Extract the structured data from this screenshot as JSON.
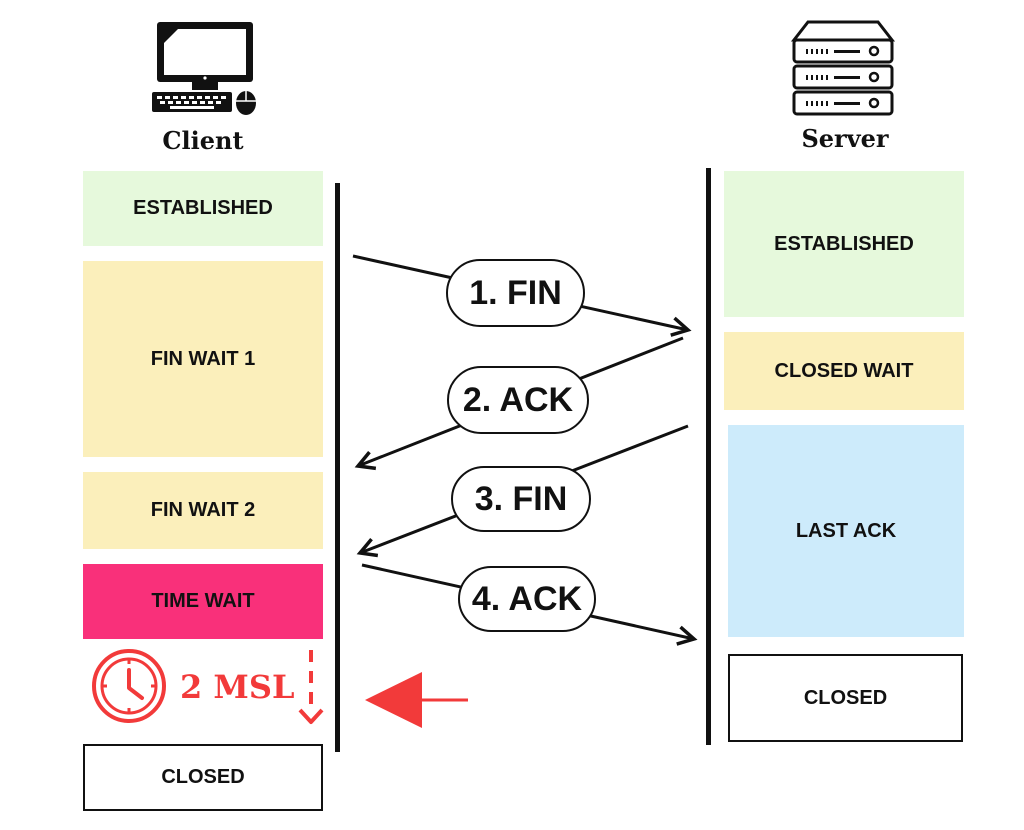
{
  "client": {
    "label": "Client",
    "states": [
      {
        "id": "established",
        "label": "ESTABLISHED",
        "color": "#e6f9dc"
      },
      {
        "id": "fin-wait-1",
        "label": "FIN WAIT 1",
        "color": "#fbefbb"
      },
      {
        "id": "fin-wait-2",
        "label": "FIN WAIT 2",
        "color": "#fbefbb"
      },
      {
        "id": "time-wait",
        "label": "TIME WAIT",
        "color": "#f9307a"
      },
      {
        "id": "closed",
        "label": "CLOSED",
        "color": "#ffffff"
      }
    ]
  },
  "server": {
    "label": "Server",
    "states": [
      {
        "id": "established",
        "label": "ESTABLISHED",
        "color": "#e6f9dc"
      },
      {
        "id": "closed-wait",
        "label": "CLOSED WAIT",
        "color": "#fbefbb"
      },
      {
        "id": "last-ack",
        "label": "LAST ACK",
        "color": "#cdebfb"
      },
      {
        "id": "closed",
        "label": "CLOSED",
        "color": "#ffffff"
      }
    ]
  },
  "messages": [
    {
      "label": "1. FIN",
      "direction": "client-to-server"
    },
    {
      "label": "2. ACK",
      "direction": "server-to-client"
    },
    {
      "label": "3. FIN",
      "direction": "server-to-client"
    },
    {
      "label": "4. ACK",
      "direction": "client-to-server"
    }
  ],
  "timer": {
    "label": "2 MSL",
    "icon": "clock-icon",
    "color": "#f23a3a"
  },
  "colors": {
    "line": "#111111",
    "accent": "#f23a3a"
  }
}
